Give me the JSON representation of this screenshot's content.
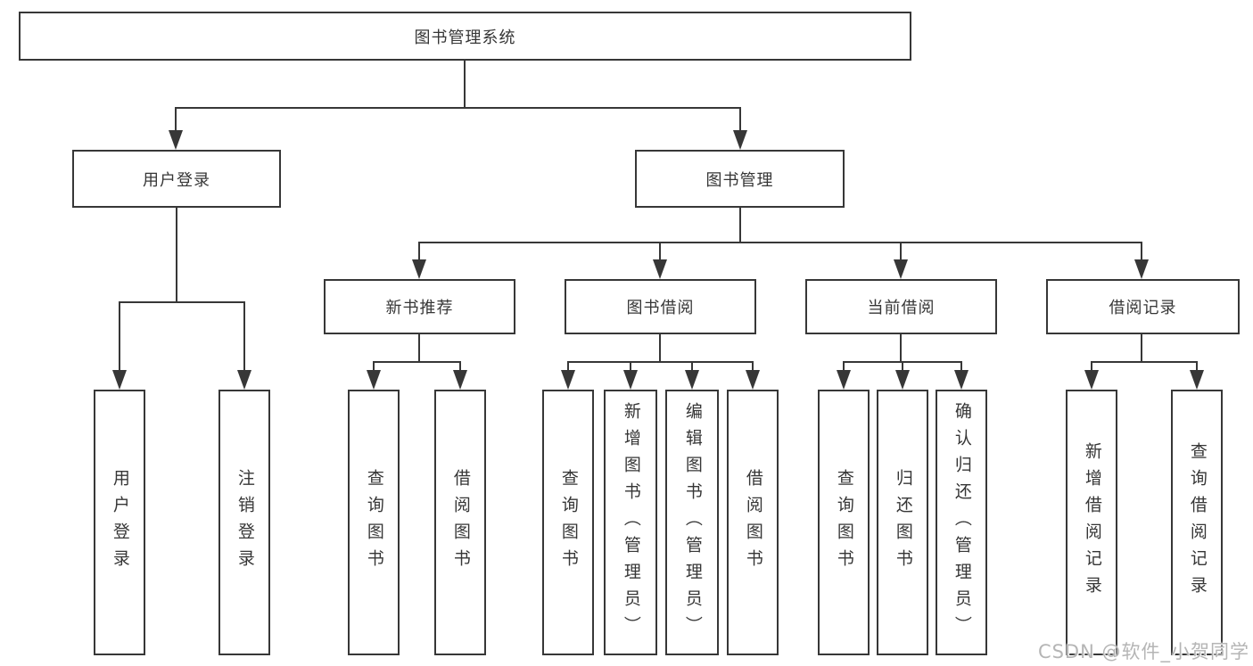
{
  "nodes": {
    "root": "图书管理系统",
    "user_login": "用户登录",
    "book_management": "图书管理",
    "new_book_recommend": "新书推荐",
    "book_borrow": "图书借阅",
    "current_borrow": "当前借阅",
    "borrow_record": "借阅记录"
  },
  "leaves": {
    "user_login": [
      "用户登录",
      "注销登录"
    ],
    "new_book_recommend": [
      "查询图书",
      "借阅图书"
    ],
    "book_borrow": [
      "查询图书",
      "新增图书（管理员）",
      "编辑图书（管理员）",
      "借阅图书"
    ],
    "current_borrow": [
      "查询图书",
      "归还图书",
      "确认归还（管理员）"
    ],
    "borrow_record": [
      "新增借阅记录",
      "查询借阅记录"
    ]
  },
  "watermark": "CSDN @软件_小贺同学",
  "colors": {
    "line": "#373737",
    "text": "#363636",
    "watermark": "#b5b5b5",
    "background": "#ffffff"
  }
}
